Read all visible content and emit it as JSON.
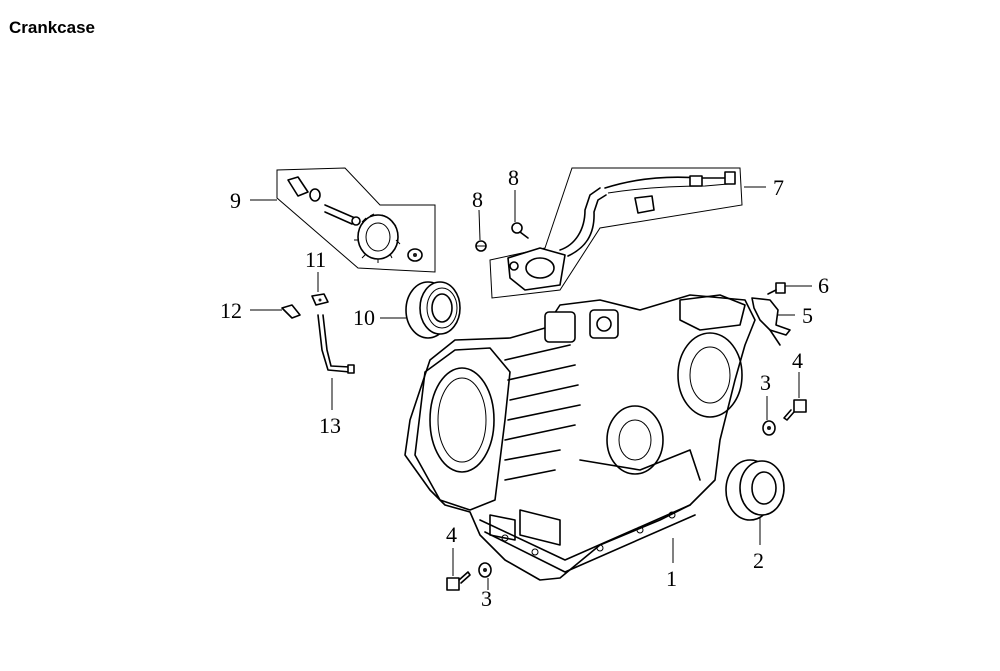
{
  "title": "Crankcase",
  "callouts": {
    "c1": "1",
    "c2": "2",
    "c3a": "3",
    "c3b": "3",
    "c4a": "4",
    "c4b": "4",
    "c5": "5",
    "c6": "6",
    "c7": "7",
    "c8a": "8",
    "c8b": "8",
    "c9": "9",
    "c10": "10",
    "c11": "11",
    "c12": "12",
    "c13": "13"
  }
}
